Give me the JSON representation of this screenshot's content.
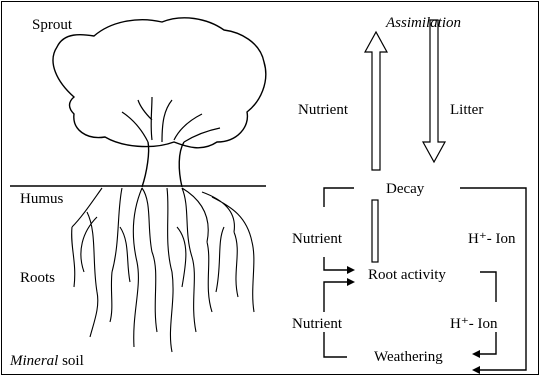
{
  "left_labels": {
    "sprout": "Sprout",
    "humus": "Humus",
    "roots": "Roots",
    "mineral_soil_italic": "Mineral",
    "mineral_soil_rest": "soil"
  },
  "cycle": {
    "assimilation": "Assimilation",
    "nutrient_up": "Nutrient",
    "litter": "Litter",
    "decay": "Decay",
    "nutrient_middle": "Nutrient",
    "h_ion_outer": "H⁺- Ion",
    "root_activity": "Root activity",
    "nutrient_lower": "Nutrient",
    "h_ion_inner": "H⁺- Ion",
    "weathering": "Weathering"
  }
}
